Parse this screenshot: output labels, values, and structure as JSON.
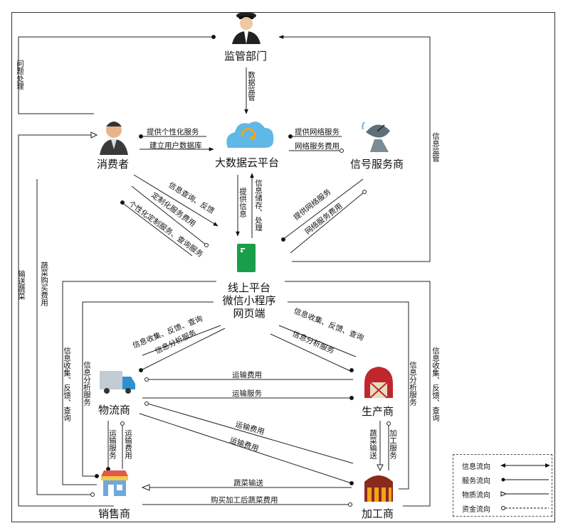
{
  "nodes": {
    "regulator": "监管部门",
    "consumer": "消费者",
    "cloud": "大数据云平台",
    "signal": "信号服务商",
    "platform": [
      "线上平台",
      "微信小程序",
      "网页端"
    ],
    "logistics": "物流商",
    "producer": "生产商",
    "retailer": "销售商",
    "processor": "加工商"
  },
  "edges": {
    "issue_handling": "问题处理",
    "data_supervision": "数据监管",
    "info_supervision": "信息监管",
    "personalized_service": "提供个性化服务",
    "build_user_db": "建立用户数据库",
    "provide_network": "提供网络服务",
    "network_fee": "网络服务费用",
    "provide_info": "提供信息",
    "info_store": "信息储存、处理",
    "info_query": "信息查询、反馈",
    "custom_fee": "定制化服务费用",
    "custom_service": "个性化定制服务、查询服务",
    "provide_network2": "提供网络服务",
    "network_fee2": "网络服务费用",
    "deliver_veg": "输送蔬菜",
    "veg_purchase_fee": "蔬菜购买费用",
    "info_collect_left": "信息收集、反馈、查询",
    "info_analysis_left": "信息分析服务",
    "info_collect_log": "信息收集、反馈、查询",
    "info_analysis_log": "信息分析服务",
    "info_collect_prod": "信息收集、反馈、查询",
    "info_analysis_prod": "信息分析服务",
    "info_analysis_right": "信息分析服务",
    "info_collect_right": "信息收集、反馈、查询",
    "transport_fee1": "运输费用",
    "transport_service1": "运输服务",
    "transport_fee2": "运输费用",
    "transport_fee3": "运输费用",
    "transport_service2": "运输服务",
    "transport_fee4": "运输费用",
    "veg_transport": "蔬菜输送",
    "processing_service": "加工服务",
    "veg_delivery": "蔬菜输送",
    "processed_fee": "购买加工后蔬菜费用"
  },
  "legend": {
    "info_flow": "信息流向",
    "service_flow": "服务流向",
    "material_flow": "物质流向",
    "money_flow": "资金流向"
  },
  "colors": {
    "cloud": "#5fb8e6",
    "cloud_arrows": "#f2a41c",
    "platform": "#1a9e4a",
    "truck": "#9aa6b2",
    "barn": "#c0262d",
    "shop": "#4a8fd6",
    "factory": "#8a2a1e"
  }
}
